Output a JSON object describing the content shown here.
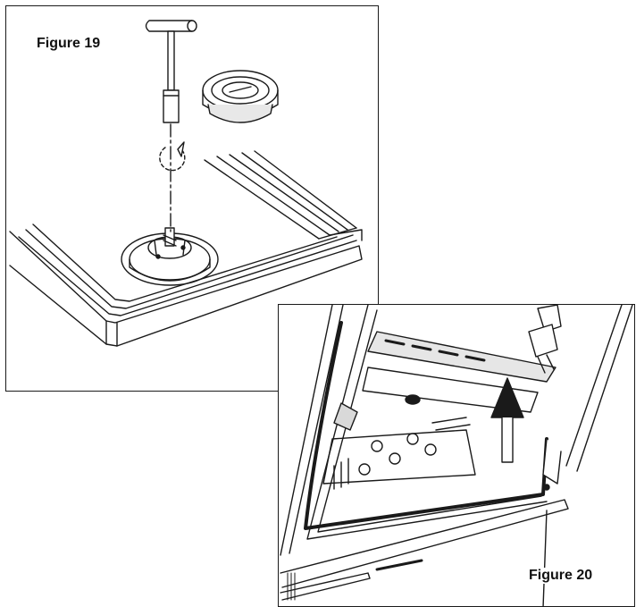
{
  "figure_19": {
    "caption": "Figure 19",
    "parts": [
      "t-handle-key",
      "rotation-arrow",
      "drain-cap",
      "tub-drain-fitting",
      "tub-floor"
    ]
  },
  "figure_20": {
    "caption": "Figure 20",
    "parts": [
      "door-frame",
      "lower-spray-arm",
      "upward-arrow",
      "door-seal",
      "kick-panel"
    ]
  },
  "colors": {
    "line": "#1a1a1a",
    "shade": "#d9d9d9",
    "dark_fill": "#2a2a2a",
    "background": "#ffffff"
  }
}
